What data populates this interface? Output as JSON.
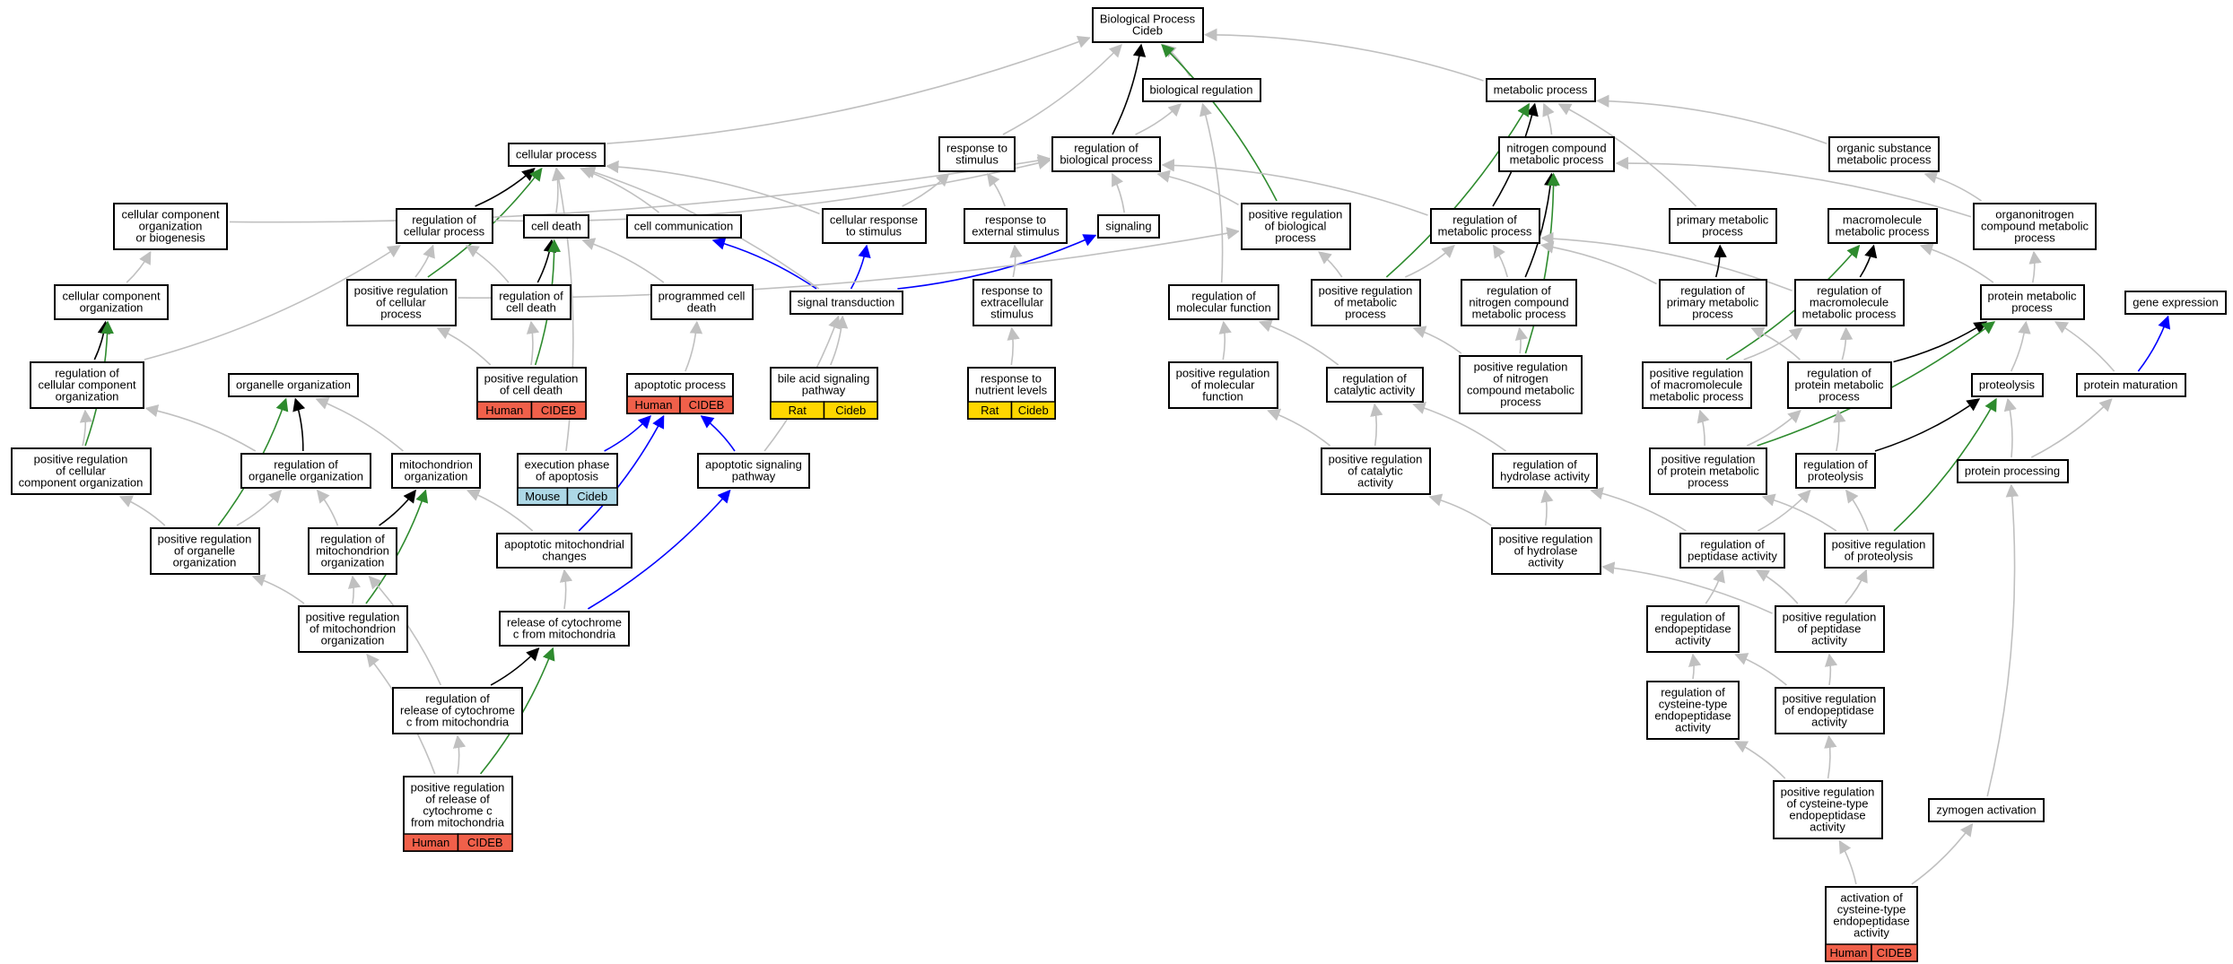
{
  "colors": {
    "gray_edge": "#c0c0c0",
    "black_edge": "#000000",
    "green_edge": "#2e8b2e",
    "blue_edge": "#0000ff",
    "tag_human": "#f0604a",
    "tag_mouse": "#add8e6",
    "tag_rat": "#ffd700"
  },
  "nodes": [
    {
      "id": "bp",
      "lines": [
        "Biological Process",
        "Cideb"
      ]
    },
    {
      "id": "biolreg",
      "lines": [
        "biological regulation"
      ]
    },
    {
      "id": "metab",
      "lines": [
        "metabolic process"
      ]
    },
    {
      "id": "cellproc",
      "lines": [
        "cellular process"
      ]
    },
    {
      "id": "respstim",
      "lines": [
        "response to",
        "stimulus"
      ]
    },
    {
      "id": "regbio",
      "lines": [
        "regulation of",
        "biological process"
      ]
    },
    {
      "id": "nitro",
      "lines": [
        "nitrogen compound",
        "metabolic process"
      ]
    },
    {
      "id": "orgsub",
      "lines": [
        "organic substance",
        "metabolic process"
      ]
    },
    {
      "id": "ccorgbio",
      "lines": [
        "cellular component",
        "organization",
        "or biogenesis"
      ]
    },
    {
      "id": "regcell",
      "lines": [
        "regulation of",
        "cellular process"
      ]
    },
    {
      "id": "celldeath",
      "lines": [
        "cell death"
      ]
    },
    {
      "id": "cellcomm",
      "lines": [
        "cell communication"
      ]
    },
    {
      "id": "cellresp",
      "lines": [
        "cellular response",
        "to stimulus"
      ]
    },
    {
      "id": "respext",
      "lines": [
        "response to",
        "external stimulus"
      ]
    },
    {
      "id": "signaling",
      "lines": [
        "signaling"
      ]
    },
    {
      "id": "posregbio",
      "lines": [
        "positive regulation",
        "of biological",
        "process"
      ]
    },
    {
      "id": "regmet",
      "lines": [
        "regulation of",
        "metabolic process"
      ]
    },
    {
      "id": "primmet",
      "lines": [
        "primary metabolic",
        "process"
      ]
    },
    {
      "id": "macromet",
      "lines": [
        "macromolecule",
        "metabolic process"
      ]
    },
    {
      "id": "orgnitro",
      "lines": [
        "organonitrogen",
        "compound metabolic",
        "process"
      ]
    },
    {
      "id": "ccorg",
      "lines": [
        "cellular component",
        "organization"
      ]
    },
    {
      "id": "posregcell",
      "lines": [
        "positive regulation",
        "of cellular",
        "process"
      ]
    },
    {
      "id": "regcelldeath",
      "lines": [
        "regulation of",
        "cell death"
      ]
    },
    {
      "id": "pcd",
      "lines": [
        "programmed cell",
        "death"
      ]
    },
    {
      "id": "sigtrans",
      "lines": [
        "signal transduction"
      ]
    },
    {
      "id": "respextra",
      "lines": [
        "response to",
        "extracellular",
        "stimulus"
      ]
    },
    {
      "id": "regmolfunc",
      "lines": [
        "regulation of",
        "molecular function"
      ]
    },
    {
      "id": "posregmet",
      "lines": [
        "positive regulation",
        "of metabolic",
        "process"
      ]
    },
    {
      "id": "regnitro",
      "lines": [
        "regulation of",
        "nitrogen compound",
        "metabolic process"
      ]
    },
    {
      "id": "regprim",
      "lines": [
        "regulation of",
        "primary metabolic",
        "process"
      ]
    },
    {
      "id": "regmacro",
      "lines": [
        "regulation of",
        "macromolecule",
        "metabolic process"
      ]
    },
    {
      "id": "protmet",
      "lines": [
        "protein metabolic",
        "process"
      ]
    },
    {
      "id": "geneexp",
      "lines": [
        "gene expression"
      ]
    },
    {
      "id": "regccorg",
      "lines": [
        "regulation of",
        "cellular component",
        "organization"
      ]
    },
    {
      "id": "orgorg",
      "lines": [
        "organelle organization"
      ]
    },
    {
      "id": "posregcelldeath",
      "lines": [
        "positive regulation",
        "of cell death"
      ],
      "tags": [
        {
          "t": "Human",
          "c": "tag_human"
        },
        {
          "t": "CIDEB",
          "c": "tag_human"
        }
      ]
    },
    {
      "id": "apoproc",
      "lines": [
        "apoptotic process"
      ],
      "tags": [
        {
          "t": "Human",
          "c": "tag_human"
        },
        {
          "t": "CIDEB",
          "c": "tag_human"
        }
      ]
    },
    {
      "id": "bileacid",
      "lines": [
        "bile acid signaling",
        "pathway"
      ],
      "tags": [
        {
          "t": "Rat",
          "c": "tag_rat"
        },
        {
          "t": "Cideb",
          "c": "tag_rat"
        }
      ]
    },
    {
      "id": "respnutr",
      "lines": [
        "response to",
        "nutrient levels"
      ],
      "tags": [
        {
          "t": "Rat",
          "c": "tag_rat"
        },
        {
          "t": "Cideb",
          "c": "tag_rat"
        }
      ]
    },
    {
      "id": "posregmolfunc",
      "lines": [
        "positive regulation",
        "of molecular",
        "function"
      ]
    },
    {
      "id": "regcatal",
      "lines": [
        "regulation of",
        "catalytic activity"
      ]
    },
    {
      "id": "posregnitro",
      "lines": [
        "positive regulation",
        "of nitrogen",
        "compound metabolic",
        "process"
      ]
    },
    {
      "id": "posregmacro",
      "lines": [
        "positive regulation",
        "of macromolecule",
        "metabolic process"
      ]
    },
    {
      "id": "regprotmet",
      "lines": [
        "regulation of",
        "protein metabolic",
        "process"
      ]
    },
    {
      "id": "proteolysis",
      "lines": [
        "proteolysis"
      ]
    },
    {
      "id": "protmat",
      "lines": [
        "protein maturation"
      ]
    },
    {
      "id": "posregccorg",
      "lines": [
        "positive regulation",
        "of cellular",
        "component organization"
      ]
    },
    {
      "id": "regorgorg",
      "lines": [
        "regulation of",
        "organelle organization"
      ]
    },
    {
      "id": "mitoorg",
      "lines": [
        "mitochondrion",
        "organization"
      ]
    },
    {
      "id": "execapo",
      "lines": [
        "execution phase",
        "of apoptosis"
      ],
      "tags": [
        {
          "t": "Mouse",
          "c": "tag_mouse"
        },
        {
          "t": "Cideb",
          "c": "tag_mouse"
        }
      ]
    },
    {
      "id": "aposig",
      "lines": [
        "apoptotic signaling",
        "pathway"
      ]
    },
    {
      "id": "posregcatal",
      "lines": [
        "positive regulation",
        "of catalytic",
        "activity"
      ]
    },
    {
      "id": "reghydro",
      "lines": [
        "regulation of",
        "hydrolase activity"
      ]
    },
    {
      "id": "posregprotmet",
      "lines": [
        "positive regulation",
        "of protein metabolic",
        "process"
      ]
    },
    {
      "id": "regproteo",
      "lines": [
        "regulation of",
        "proteolysis"
      ]
    },
    {
      "id": "protproc",
      "lines": [
        "protein processing"
      ]
    },
    {
      "id": "posregorgorg",
      "lines": [
        "positive regulation",
        "of organelle",
        "organization"
      ]
    },
    {
      "id": "regmitoorg",
      "lines": [
        "regulation of",
        "mitochondrion",
        "organization"
      ]
    },
    {
      "id": "apomito",
      "lines": [
        "apoptotic mitochondrial",
        "changes"
      ]
    },
    {
      "id": "posreghydro",
      "lines": [
        "positive regulation",
        "of hydrolase",
        "activity"
      ]
    },
    {
      "id": "regpept",
      "lines": [
        "regulation of",
        "peptidase activity"
      ]
    },
    {
      "id": "posregproteo",
      "lines": [
        "positive regulation",
        "of proteolysis"
      ]
    },
    {
      "id": "posregmitoorg",
      "lines": [
        "positive regulation",
        "of mitochondrion",
        "organization"
      ]
    },
    {
      "id": "relcytc",
      "lines": [
        "release of cytochrome",
        "c from mitochondria"
      ]
    },
    {
      "id": "regendo",
      "lines": [
        "regulation of",
        "endopeptidase",
        "activity"
      ]
    },
    {
      "id": "posregpept",
      "lines": [
        "positive regulation",
        "of peptidase",
        "activity"
      ]
    },
    {
      "id": "regrelcytc",
      "lines": [
        "regulation of",
        "release of cytochrome",
        "c from mitochondria"
      ]
    },
    {
      "id": "regcyst",
      "lines": [
        "regulation of",
        "cysteine-type",
        "endopeptidase",
        "activity"
      ]
    },
    {
      "id": "posregendo",
      "lines": [
        "positive regulation",
        "of endopeptidase",
        "activity"
      ]
    },
    {
      "id": "posregrelcytc",
      "lines": [
        "positive regulation",
        "of release of",
        "cytochrome c",
        "from mitochondria"
      ],
      "tags": [
        {
          "t": "Human",
          "c": "tag_human"
        },
        {
          "t": "CIDEB",
          "c": "tag_human"
        }
      ]
    },
    {
      "id": "posregcyst",
      "lines": [
        "positive regulation",
        "of cysteine-type",
        "endopeptidase",
        "activity"
      ]
    },
    {
      "id": "zymogen",
      "lines": [
        "zymogen activation"
      ]
    },
    {
      "id": "actcyst",
      "lines": [
        "activation of",
        "cysteine-type",
        "endopeptidase",
        "activity"
      ],
      "tags": [
        {
          "t": "Human",
          "c": "tag_human"
        },
        {
          "t": "CIDEB",
          "c": "tag_human"
        }
      ]
    }
  ],
  "edges": [
    [
      "biolreg",
      "bp",
      "gray"
    ],
    [
      "metab",
      "bp",
      "gray"
    ],
    [
      "cellproc",
      "bp",
      "gray"
    ],
    [
      "respstim",
      "bp",
      "gray"
    ],
    [
      "regbio",
      "bp",
      "black"
    ],
    [
      "posregbio",
      "bp",
      "green"
    ],
    [
      "regbio",
      "biolreg",
      "gray"
    ],
    [
      "regmolfunc",
      "biolreg",
      "gray"
    ],
    [
      "nitro",
      "metab",
      "gray"
    ],
    [
      "orgsub",
      "metab",
      "gray"
    ],
    [
      "primmet",
      "metab",
      "gray"
    ],
    [
      "regmet",
      "metab",
      "black"
    ],
    [
      "posregmet",
      "metab",
      "green"
    ],
    [
      "regcell",
      "cellproc",
      "black"
    ],
    [
      "celldeath",
      "cellproc",
      "gray"
    ],
    [
      "cellcomm",
      "cellproc",
      "gray"
    ],
    [
      "cellresp",
      "cellproc",
      "gray"
    ],
    [
      "sigtrans",
      "cellproc",
      "gray"
    ],
    [
      "posregcell",
      "cellproc",
      "green"
    ],
    [
      "execapo",
      "cellproc",
      "gray"
    ],
    [
      "cellresp",
      "respstim",
      "gray"
    ],
    [
      "respext",
      "respstim",
      "gray"
    ],
    [
      "regcell",
      "regbio",
      "gray"
    ],
    [
      "signaling",
      "regbio",
      "gray"
    ],
    [
      "posregbio",
      "regbio",
      "gray"
    ],
    [
      "regmet",
      "regbio",
      "gray"
    ],
    [
      "ccorgbio",
      "regbio",
      "gray"
    ],
    [
      "regnitro",
      "nitro",
      "black"
    ],
    [
      "posregnitro",
      "nitro",
      "green"
    ],
    [
      "orgnitro",
      "nitro",
      "gray"
    ],
    [
      "orgnitro",
      "orgsub",
      "gray"
    ],
    [
      "ccorg",
      "ccorgbio",
      "gray"
    ],
    [
      "posregcell",
      "regcell",
      "gray"
    ],
    [
      "regcelldeath",
      "regcell",
      "gray"
    ],
    [
      "regccorg",
      "regcell",
      "gray"
    ],
    [
      "regcelldeath",
      "celldeath",
      "black"
    ],
    [
      "pcd",
      "celldeath",
      "gray"
    ],
    [
      "posregcelldeath",
      "celldeath",
      "green"
    ],
    [
      "sigtrans",
      "cellcomm",
      "blue"
    ],
    [
      "sigtrans",
      "cellresp",
      "blue"
    ],
    [
      "sigtrans",
      "signaling",
      "blue"
    ],
    [
      "respextra",
      "respext",
      "gray"
    ],
    [
      "posregmet",
      "posregbio",
      "gray"
    ],
    [
      "posregcell",
      "posregbio",
      "gray"
    ],
    [
      "posregmet",
      "regmet",
      "gray"
    ],
    [
      "regnitro",
      "regmet",
      "gray"
    ],
    [
      "regprim",
      "regmet",
      "gray"
    ],
    [
      "regmacro",
      "regmet",
      "gray"
    ],
    [
      "regprim",
      "primmet",
      "black"
    ],
    [
      "regmacro",
      "macromet",
      "black"
    ],
    [
      "protmet",
      "macromet",
      "gray"
    ],
    [
      "posregmacro",
      "macromet",
      "green"
    ],
    [
      "protmet",
      "orgnitro",
      "gray"
    ],
    [
      "regccorg",
      "ccorg",
      "black"
    ],
    [
      "posregccorg",
      "ccorg",
      "green"
    ],
    [
      "posregcelldeath",
      "posregcell",
      "gray"
    ],
    [
      "posregcelldeath",
      "regcelldeath",
      "gray"
    ],
    [
      "apoproc",
      "pcd",
      "gray"
    ],
    [
      "bileacid",
      "sigtrans",
      "gray"
    ],
    [
      "aposig",
      "sigtrans",
      "gray"
    ],
    [
      "respnutr",
      "respextra",
      "gray"
    ],
    [
      "posregmolfunc",
      "regmolfunc",
      "gray"
    ],
    [
      "regcatal",
      "regmolfunc",
      "gray"
    ],
    [
      "posregnitro",
      "posregmet",
      "gray"
    ],
    [
      "posregnitro",
      "regnitro",
      "gray"
    ],
    [
      "regprotmet",
      "regprim",
      "gray"
    ],
    [
      "posregmacro",
      "regmacro",
      "gray"
    ],
    [
      "regprotmet",
      "regmacro",
      "gray"
    ],
    [
      "regprotmet",
      "protmet",
      "black"
    ],
    [
      "posregprotmet",
      "protmet",
      "green"
    ],
    [
      "proteolysis",
      "protmet",
      "gray"
    ],
    [
      "protmat",
      "protmet",
      "gray"
    ],
    [
      "protmat",
      "geneexp",
      "blue"
    ],
    [
      "posregccorg",
      "regccorg",
      "gray"
    ],
    [
      "regorgorg",
      "regccorg",
      "gray"
    ],
    [
      "regorgorg",
      "orgorg",
      "black"
    ],
    [
      "mitoorg",
      "orgorg",
      "gray"
    ],
    [
      "posregorgorg",
      "orgorg",
      "green"
    ],
    [
      "execapo",
      "apoproc",
      "blue"
    ],
    [
      "aposig",
      "apoproc",
      "blue"
    ],
    [
      "posregcatal",
      "posregmolfunc",
      "gray"
    ],
    [
      "posregcatal",
      "regcatal",
      "gray"
    ],
    [
      "reghydro",
      "regcatal",
      "gray"
    ],
    [
      "posregprotmet",
      "posregmacro",
      "gray"
    ],
    [
      "posregprotmet",
      "regprotmet",
      "gray"
    ],
    [
      "regproteo",
      "regprotmet",
      "gray"
    ],
    [
      "regproteo",
      "proteolysis",
      "black"
    ],
    [
      "posregproteo",
      "proteolysis",
      "green"
    ],
    [
      "protproc",
      "proteolysis",
      "gray"
    ],
    [
      "protproc",
      "protmat",
      "gray"
    ],
    [
      "posregorgorg",
      "posregccorg",
      "gray"
    ],
    [
      "posregorgorg",
      "regorgorg",
      "gray"
    ],
    [
      "regmitoorg",
      "regorgorg",
      "gray"
    ],
    [
      "regmitoorg",
      "mitoorg",
      "black"
    ],
    [
      "posregmitoorg",
      "mitoorg",
      "green"
    ],
    [
      "apomito",
      "mitoorg",
      "gray"
    ],
    [
      "apomito",
      "apoproc",
      "blue"
    ],
    [
      "posreghydro",
      "posregcatal",
      "gray"
    ],
    [
      "posreghydro",
      "reghydro",
      "gray"
    ],
    [
      "regpept",
      "reghydro",
      "gray"
    ],
    [
      "posregproteo",
      "posregprotmet",
      "gray"
    ],
    [
      "posregproteo",
      "regproteo",
      "gray"
    ],
    [
      "regpept",
      "regproteo",
      "gray"
    ],
    [
      "posregmitoorg",
      "posregorgorg",
      "gray"
    ],
    [
      "posregmitoorg",
      "regmitoorg",
      "gray"
    ],
    [
      "relcytc",
      "apomito",
      "gray"
    ],
    [
      "relcytc",
      "aposig",
      "blue"
    ],
    [
      "posregpept",
      "posreghydro",
      "gray"
    ],
    [
      "posregpept",
      "posregproteo",
      "gray"
    ],
    [
      "posregpept",
      "regpept",
      "gray"
    ],
    [
      "regendo",
      "regpept",
      "gray"
    ],
    [
      "regrelcytc",
      "regmitoorg",
      "gray"
    ],
    [
      "regrelcytc",
      "relcytc",
      "black"
    ],
    [
      "posregrelcytc",
      "relcytc",
      "green"
    ],
    [
      "regcyst",
      "regendo",
      "gray"
    ],
    [
      "posregendo",
      "regendo",
      "gray"
    ],
    [
      "posregendo",
      "posregpept",
      "gray"
    ],
    [
      "posregrelcytc",
      "regrelcytc",
      "gray"
    ],
    [
      "posregrelcytc",
      "posregmitoorg",
      "gray"
    ],
    [
      "posregcyst",
      "regcyst",
      "gray"
    ],
    [
      "posregcyst",
      "posregendo",
      "gray"
    ],
    [
      "zymogen",
      "protproc",
      "gray"
    ],
    [
      "actcyst",
      "posregcyst",
      "gray"
    ],
    [
      "actcyst",
      "zymogen",
      "gray"
    ]
  ]
}
